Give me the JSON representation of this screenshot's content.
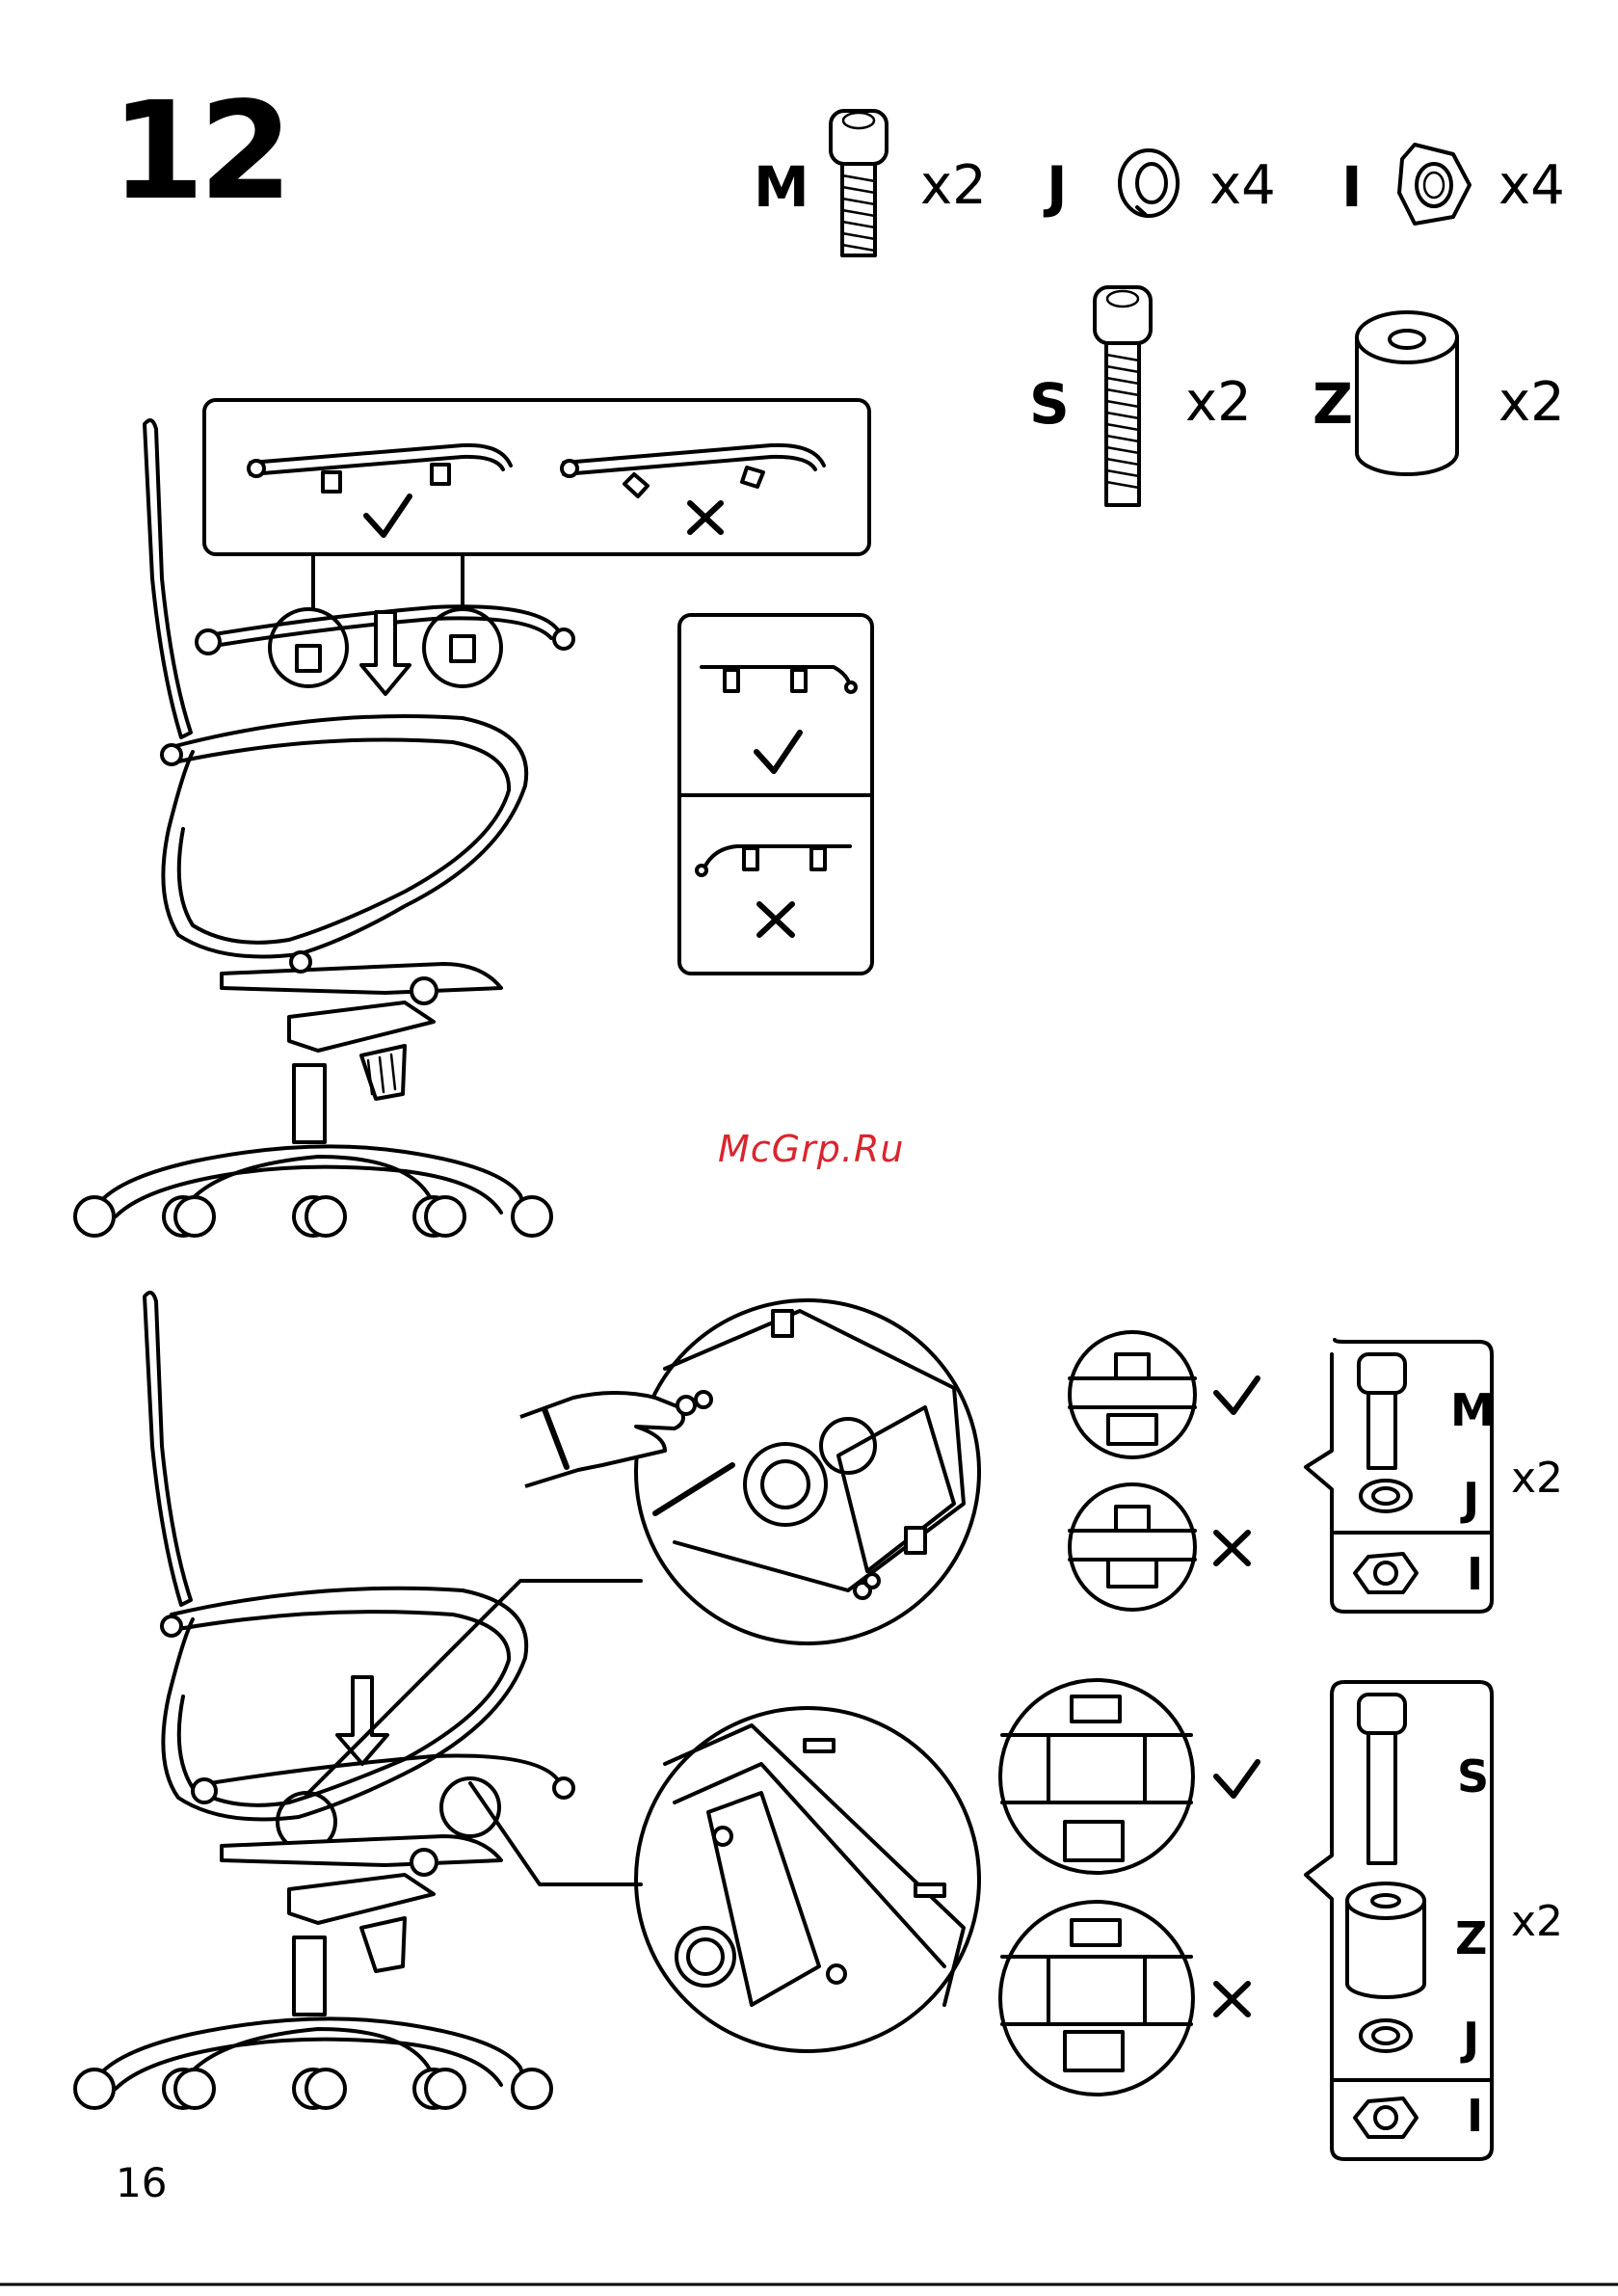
{
  "step": {
    "number": "12"
  },
  "parts": [
    {
      "label": "M",
      "qty": "x2",
      "icon": "bolt-short-icon"
    },
    {
      "label": "J",
      "qty": "x4",
      "icon": "spring-washer-icon"
    },
    {
      "label": "I",
      "qty": "x4",
      "icon": "hex-nut-icon"
    },
    {
      "label": "S",
      "qty": "x2",
      "icon": "bolt-long-icon"
    },
    {
      "label": "Z",
      "qty": "x2",
      "icon": "spacer-sleeve-icon"
    }
  ],
  "detail_kits": [
    {
      "labels": [
        "M",
        "J",
        "I"
      ],
      "qty": "x2"
    },
    {
      "labels": [
        "S",
        "Z",
        "J",
        "I"
      ],
      "qty": "x2"
    }
  ],
  "watermark": "McGrp.Ru",
  "page_number": "16"
}
